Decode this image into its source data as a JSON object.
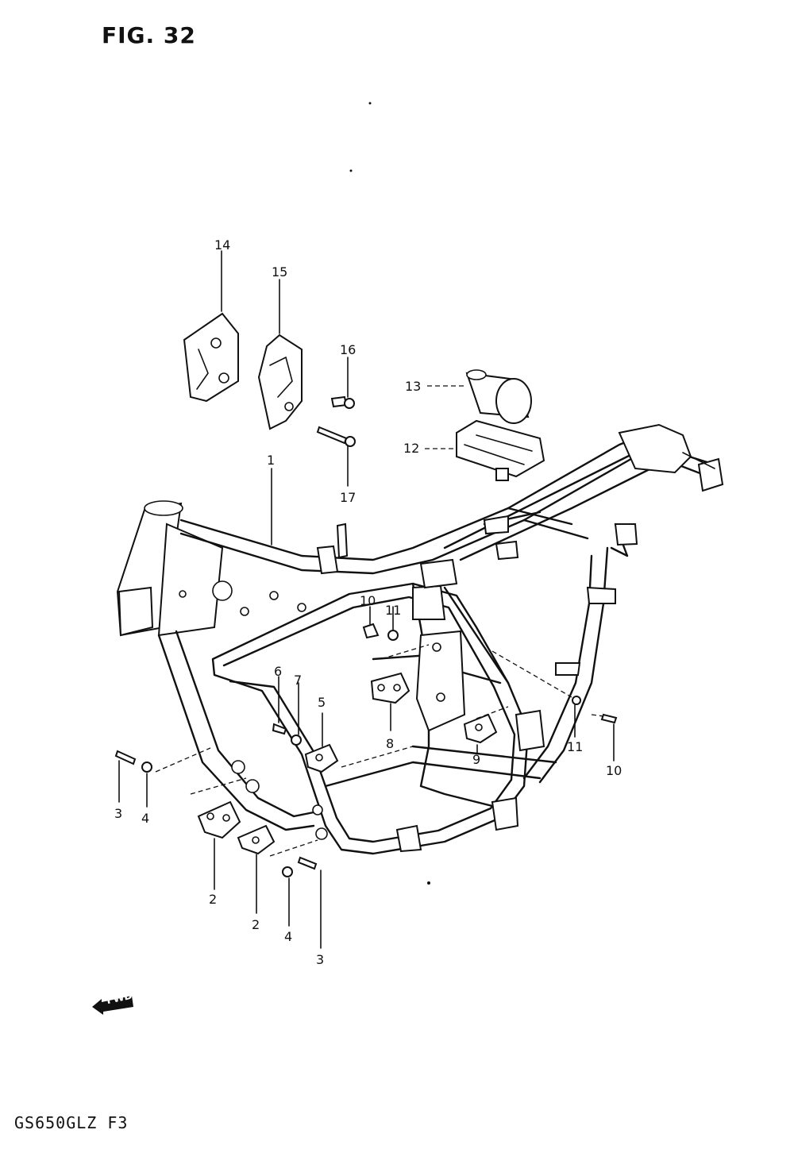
{
  "figure": {
    "title": "FIG. 32",
    "model_code": "GS650GLZ F3",
    "forward_badge": "FWD"
  },
  "part_labels": [
    {
      "id": "p1",
      "text": "1"
    },
    {
      "id": "p2a",
      "text": "2"
    },
    {
      "id": "p2b",
      "text": "2"
    },
    {
      "id": "p3a",
      "text": "3"
    },
    {
      "id": "p3b",
      "text": "3"
    },
    {
      "id": "p4a",
      "text": "4"
    },
    {
      "id": "p4b",
      "text": "4"
    },
    {
      "id": "p5",
      "text": "5"
    },
    {
      "id": "p6",
      "text": "6"
    },
    {
      "id": "p7",
      "text": "7"
    },
    {
      "id": "p8",
      "text": "8"
    },
    {
      "id": "p9",
      "text": "9"
    },
    {
      "id": "p10a",
      "text": "10"
    },
    {
      "id": "p10b",
      "text": "10"
    },
    {
      "id": "p11a",
      "text": "11"
    },
    {
      "id": "p11b",
      "text": "11"
    },
    {
      "id": "p12",
      "text": "12"
    },
    {
      "id": "p13",
      "text": "13"
    },
    {
      "id": "p14",
      "text": "14"
    },
    {
      "id": "p15",
      "text": "15"
    },
    {
      "id": "p16",
      "text": "16"
    },
    {
      "id": "p17",
      "text": "17"
    }
  ]
}
